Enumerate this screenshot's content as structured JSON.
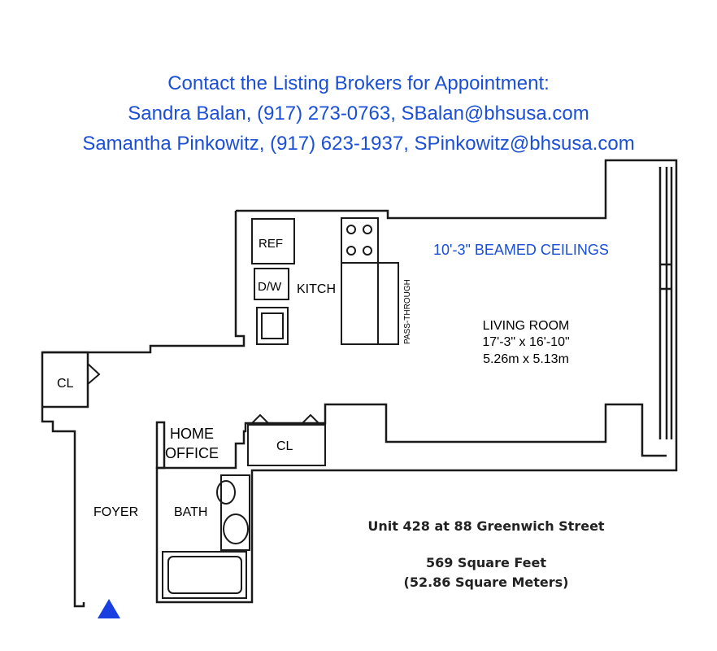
{
  "header": {
    "line1": "Contact the Listing Brokers for Appointment:",
    "line2": "Sandra Balan, (917) 273-0763, SBalan@bhsusa.com",
    "line3": "Samantha Pinkowitz, (917) 623-1937, SPinkowitz@bhsusa.com"
  },
  "plan": {
    "ceiling_note": "10'-3\" BEAMED CEILINGS",
    "rooms": {
      "living_room": {
        "name": "LIVING ROOM",
        "dim_imperial": "17'-3\" x 16'-10\"",
        "dim_metric": "5.26m x 5.13m"
      },
      "kitchen": "KITCH",
      "home_office_line1": "HOME",
      "home_office_line2": "OFFICE",
      "foyer": "FOYER",
      "bath": "BATH",
      "closet_left": "CL",
      "closet_center": "CL"
    },
    "fixtures": {
      "refrigerator": "REF",
      "dishwasher": "D/W",
      "pass_through": "PASS-THROUGH"
    }
  },
  "unit": {
    "address": "Unit 428 at 88 Greenwich Street",
    "area_sqft": "569 Square Feet",
    "area_sqm": "(52.86 Square Meters)"
  },
  "colors": {
    "header": "#1a4fd6",
    "entry_marker": "#1a3fe0",
    "wall": "#1a1a1a"
  }
}
